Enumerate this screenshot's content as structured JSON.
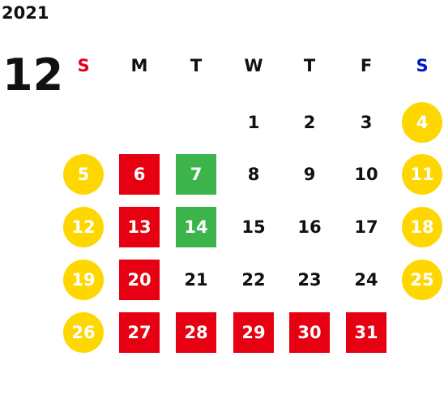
{
  "year": "2021",
  "month": "12",
  "weekdays": [
    "S",
    "M",
    "T",
    "W",
    "T",
    "F",
    "S"
  ],
  "colors": {
    "sunday_label": "#e60012",
    "saturday_label": "#0018c9",
    "weekday_label": "#111111",
    "weekend_circle": "#ffd700",
    "red_square": "#e60012",
    "green_square": "#3cb44b"
  },
  "weeks": [
    [
      null,
      null,
      null,
      {
        "day": "1",
        "style": "plain"
      },
      {
        "day": "2",
        "style": "plain"
      },
      {
        "day": "3",
        "style": "plain"
      },
      {
        "day": "4",
        "style": "circle"
      }
    ],
    [
      {
        "day": "5",
        "style": "circle"
      },
      {
        "day": "6",
        "style": "red"
      },
      {
        "day": "7",
        "style": "green"
      },
      {
        "day": "8",
        "style": "plain"
      },
      {
        "day": "9",
        "style": "plain"
      },
      {
        "day": "10",
        "style": "plain"
      },
      {
        "day": "11",
        "style": "circle"
      }
    ],
    [
      {
        "day": "12",
        "style": "circle"
      },
      {
        "day": "13",
        "style": "red"
      },
      {
        "day": "14",
        "style": "green"
      },
      {
        "day": "15",
        "style": "plain"
      },
      {
        "day": "16",
        "style": "plain"
      },
      {
        "day": "17",
        "style": "plain"
      },
      {
        "day": "18",
        "style": "circle"
      }
    ],
    [
      {
        "day": "19",
        "style": "circle"
      },
      {
        "day": "20",
        "style": "red"
      },
      {
        "day": "21",
        "style": "plain"
      },
      {
        "day": "22",
        "style": "plain"
      },
      {
        "day": "23",
        "style": "plain"
      },
      {
        "day": "24",
        "style": "plain"
      },
      {
        "day": "25",
        "style": "circle"
      }
    ],
    [
      {
        "day": "26",
        "style": "circle"
      },
      {
        "day": "27",
        "style": "red"
      },
      {
        "day": "28",
        "style": "red"
      },
      {
        "day": "29",
        "style": "red"
      },
      {
        "day": "30",
        "style": "red"
      },
      {
        "day": "31",
        "style": "red"
      },
      null
    ]
  ]
}
